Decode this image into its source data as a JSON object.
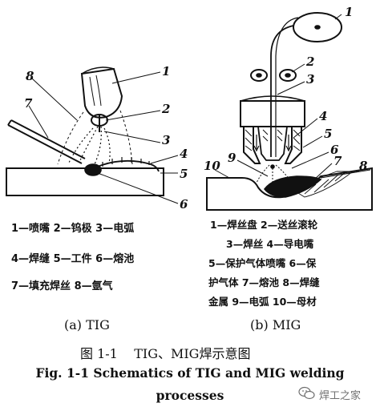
{
  "tig": {
    "numbers": [
      "8",
      "1",
      "7",
      "2",
      "3",
      "4",
      "5",
      "6"
    ],
    "legend": [
      "1—喷嘴  2—钨极  3—电弧",
      "4—焊缝  5—工件  6—熔池",
      "7—填充焊丝  8—氩气"
    ],
    "sub_caption": "(a) TIG"
  },
  "mig": {
    "numbers": [
      "1",
      "2",
      "3",
      "4",
      "5",
      "6",
      "7",
      "8",
      "9",
      "10"
    ],
    "legend": [
      "1—焊丝盘  2—送丝滚轮",
      "3—焊丝  4—导电嘴",
      "5—保护气体喷嘴  6—保",
      "护气体  7—熔池  8—焊缝",
      "金属  9—电弧  10—母材"
    ],
    "sub_caption": "(b) MIG"
  },
  "caption_cn": "图 1-1    TIG、MIG焊示意图",
  "caption_en_line1": "Fig. 1-1 Schematics of TIG and MIG welding",
  "caption_en_line2": "processes",
  "watermark": "焊工之家",
  "colors": {
    "ink": "#111111",
    "watermark": "#6f6f6f"
  }
}
